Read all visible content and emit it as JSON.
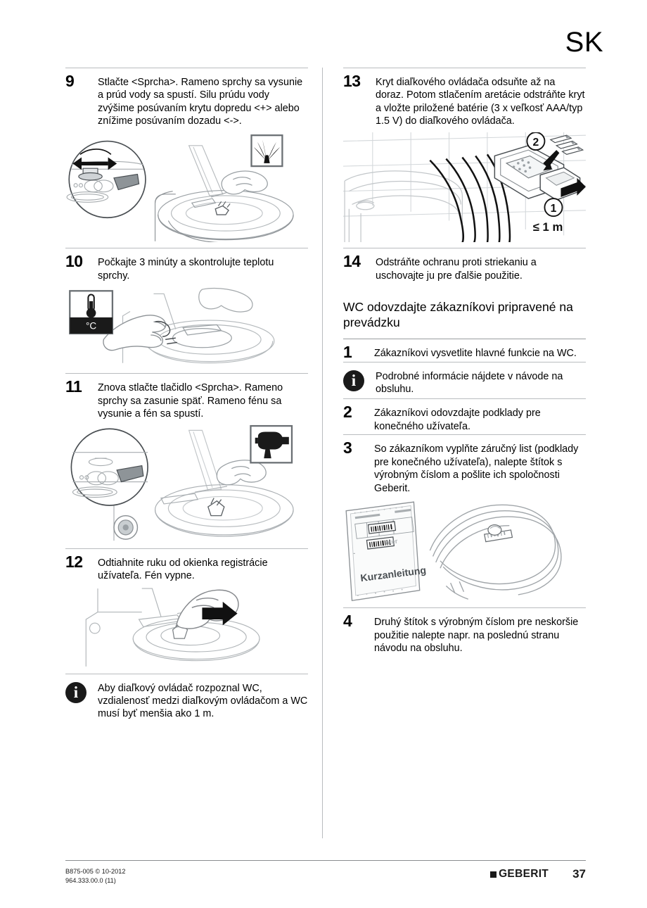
{
  "header": {
    "language_code": "SK"
  },
  "left_column": {
    "steps": [
      {
        "number": "9",
        "text": "Stlačte <Sprcha>. Rameno sprchy sa vysunie a prúd vody sa spustí. Silu prúdu vody zvýšime posúvaním krytu dopredu <+> alebo znížime posúvaním dozadu <->.",
        "figure": "toilet-shower-arm-slider-detail"
      },
      {
        "number": "10",
        "text": "Počkajte 3 minúty a skontrolujte teplotu sprchy.",
        "figure": "thermometer-hand-checking-temperature"
      },
      {
        "number": "11",
        "text": "Znova stlačte tlačidlo <Sprcha>. Rameno sprchy sa zasunie späť. Rameno fénu sa vysunie a fén sa spustí.",
        "figure": "toilet-dryer-arm-slider-detail"
      },
      {
        "number": "12",
        "text": "Odtiahnite ruku od okienka registrácie užívateľa. Fén vypne.",
        "figure": "hand-moving-away-from-sensor"
      }
    ],
    "note": {
      "icon": "info-icon",
      "glyph": "i",
      "text": "Aby diaľkový ovládač rozpoznal WC, vzdialenosť medzi diaľkovým ovládačom a WC musí byť menšia ako 1 m."
    },
    "figure_labels": {
      "thermometer_unit": "°C"
    }
  },
  "right_column": {
    "steps_top": [
      {
        "number": "13",
        "text": "Kryt diaľkového ovládača odsuňte až na doraz. Potom stlačením aretácie odstráňte kryt a vložte priložené batérie (3 x veľkosť AAA/typ 1.5 V) do diaľkového ovládača.",
        "figure": "remote-control-battery-installation"
      },
      {
        "number": "14",
        "text": "Odstráňte ochranu proti striekaniu a uschovajte ju pre ďalšie použitie.",
        "figure": null
      }
    ],
    "section_heading": "WC odovzdajte zákazníkovi pripravené na prevádzku",
    "steps_bottom": [
      {
        "number": "1",
        "text": "Zákazníkovi vysvetlite hlavné funkcie na WC.",
        "figure": null
      },
      {
        "number": "2",
        "text": "Zákazníkovi odovzdajte podklady pre konečného užívateľa.",
        "figure": null
      },
      {
        "number": "3",
        "text": "So zákazníkom vyplňte záručný list (podklady pre konečného užívateľa), nalepte štítok s výrobným číslom a pošlite ich spoločnosti Geberit.",
        "figure": "warranty-card-and-toilet-lid-label"
      },
      {
        "number": "4",
        "text": "Druhý štítok s výrobným číslom pre neskoršie použitie nalepte napr. na poslednú stranu návodu na obsluhu.",
        "figure": null
      }
    ],
    "note": {
      "icon": "info-icon",
      "glyph": "i",
      "text": "Podrobné informácie nájdete v návode na obsluhu."
    },
    "figure_labels": {
      "distance": "≤ 1 m",
      "callout_one": "1",
      "callout_two": "2",
      "booklet_title": "Kurzanleitung"
    }
  },
  "footer": {
    "doc_code": "B875-005 © 10-2012",
    "doc_number": "964.333.00.0 (11)",
    "brand": "GEBERIT",
    "page_number": "37"
  },
  "colors": {
    "text": "#000000",
    "rule": "#b9bcbf",
    "line_art": "#6e7478",
    "line_art_light": "#c4c8cb",
    "dark_fill": "#1a1a1a"
  }
}
